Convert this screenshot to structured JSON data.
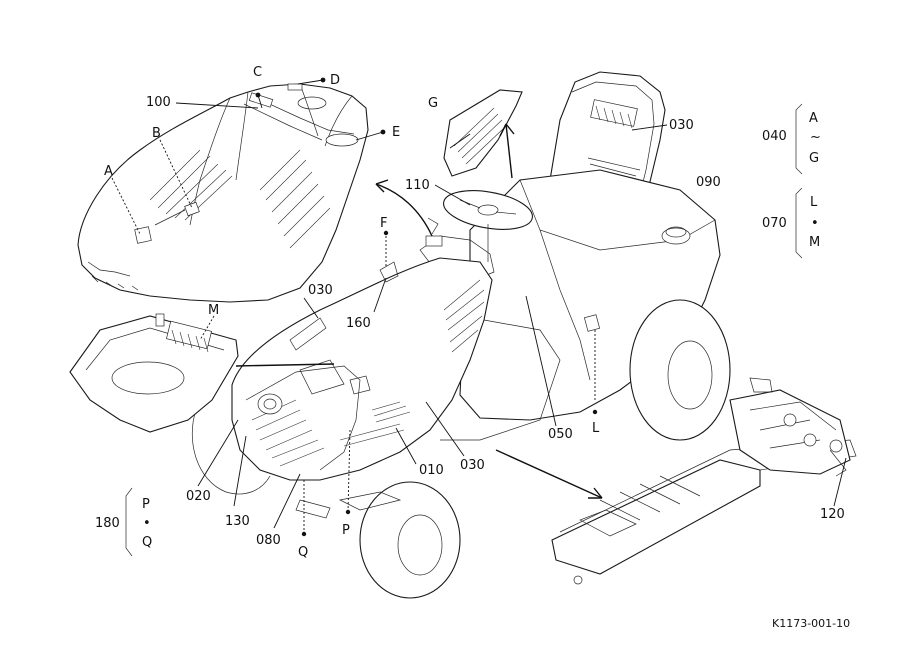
{
  "diagram": {
    "part_labels": {
      "p100": "100",
      "pC": "C",
      "pD": "D",
      "pB": "B",
      "pE": "E",
      "pA": "A",
      "pG": "G",
      "p030_seat": "030",
      "p110": "110",
      "p090": "090",
      "pF": "F",
      "p030_left": "030",
      "p160": "160",
      "pM": "M",
      "p050": "050",
      "pL": "L",
      "p010": "010",
      "p030_side": "030",
      "p020": "020",
      "p130": "130",
      "p080": "080",
      "pQ": "Q",
      "pP": "P",
      "p120": "120"
    },
    "groups": [
      {
        "code": "040",
        "top": "A",
        "sep": "~",
        "bottom": "G"
      },
      {
        "code": "070",
        "top": "L",
        "sep": "•",
        "bottom": "M"
      },
      {
        "code": "180",
        "top": "P",
        "sep": "•",
        "bottom": "Q"
      }
    ],
    "figure_code": "K1173-001-10"
  }
}
